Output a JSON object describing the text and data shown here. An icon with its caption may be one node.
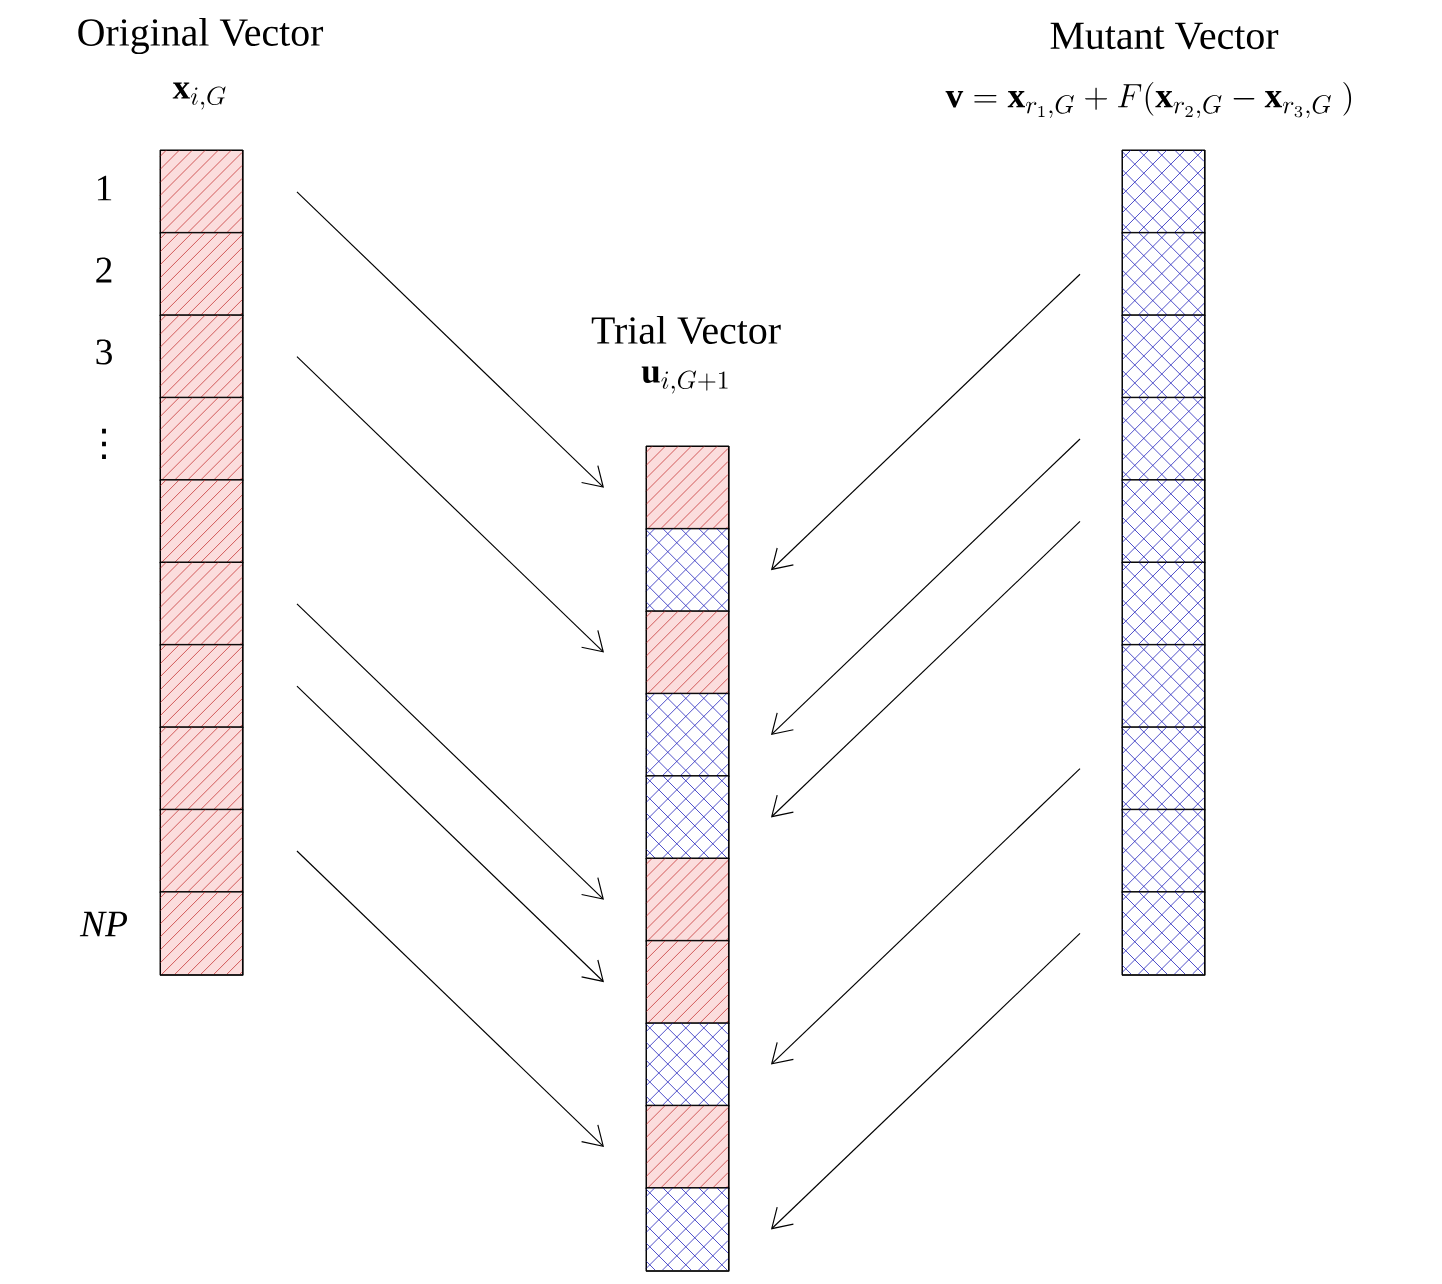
{
  "diagram": {
    "nodes": [
      {
        "text": [
          "Original Vector",
          "\\mathbf{x}_{i,G}"
        ]
      },
      {
        "text": [],
        "shape": "box",
        "in": 0
      },
      {
        "text": [],
        "shape": "box",
        "in": 0
      },
      {
        "text": [],
        "shape": "box",
        "in": 0
      },
      {
        "text": [],
        "shape": "box",
        "in": 0
      },
      {
        "text": [],
        "shape": "box",
        "in": 0
      },
      {
        "text": [],
        "shape": "box",
        "in": 0
      },
      {
        "text": [],
        "shape": "box",
        "in": 0
      },
      {
        "text": [],
        "shape": "box",
        "in": 0
      },
      {
        "text": [],
        "shape": "box",
        "in": 0
      },
      {
        "text": [],
        "shape": "box",
        "in": 0
      },
      {
        "text": [
          "Trial Vector",
          "\\mathbf{u}_{i,G+1}"
        ]
      },
      {
        "text": [],
        "shape": "box",
        "in": 11
      },
      {
        "text": [],
        "shape": "box",
        "in": 11
      },
      {
        "text": [],
        "shape": "box",
        "in": 11
      },
      {
        "text": [],
        "shape": "box",
        "in": 11
      },
      {
        "text": [],
        "shape": "box",
        "in": 11
      },
      {
        "text": [],
        "shape": "box",
        "in": 11
      },
      {
        "text": [],
        "shape": "box",
        "in": 11
      },
      {
        "text": [],
        "shape": "box",
        "in": 11
      },
      {
        "text": [],
        "shape": "box",
        "in": 11
      },
      {
        "text": [],
        "shape": "box",
        "in": 11
      },
      {
        "text": [
          "Mutant Vector",
          "\\mathbf{v} = \\mathbf{x}_{r_1,G} + F(\\mathbf{x}_{r_2,G} - \\mathbf{x}_{r_3,G}\\ )"
        ]
      },
      {
        "text": [],
        "shape": "box",
        "in": 22
      },
      {
        "text": [],
        "shape": "box",
        "in": 22
      },
      {
        "text": [],
        "shape": "box",
        "in": 22
      },
      {
        "text": [],
        "shape": "box",
        "in": 22
      },
      {
        "text": [],
        "shape": "box",
        "in": 22
      },
      {
        "text": [],
        "shape": "box",
        "in": 22
      },
      {
        "text": [],
        "shape": "box",
        "in": 22
      },
      {
        "text": [],
        "shape": "box",
        "in": 22
      },
      {
        "text": [],
        "shape": "box",
        "in": 22
      },
      {
        "text": [],
        "shape": "box",
        "in": 22
      }
    ],
    "edges": [
      {
        "from": 1,
        "to": 12,
        "arrow": "to"
      },
      {
        "from": 3,
        "to": 14,
        "arrow": "to"
      },
      {
        "from": 6,
        "to": 17,
        "arrow": "to"
      },
      {
        "from": 7,
        "to": 18,
        "arrow": "to"
      },
      {
        "from": 9,
        "to": 20,
        "arrow": "to"
      },
      {
        "from": 24,
        "to": 13,
        "arrow": "to"
      },
      {
        "from": 26,
        "to": 15,
        "arrow": "to"
      },
      {
        "from": 27,
        "to": 16,
        "arrow": "to"
      },
      {
        "from": 30,
        "to": 19,
        "arrow": "to"
      },
      {
        "from": 32,
        "to": 21,
        "arrow": "to"
      }
    ],
    "labels": [
      "1",
      "2",
      "3",
      "⋮",
      "NP"
    ]
  }
}
